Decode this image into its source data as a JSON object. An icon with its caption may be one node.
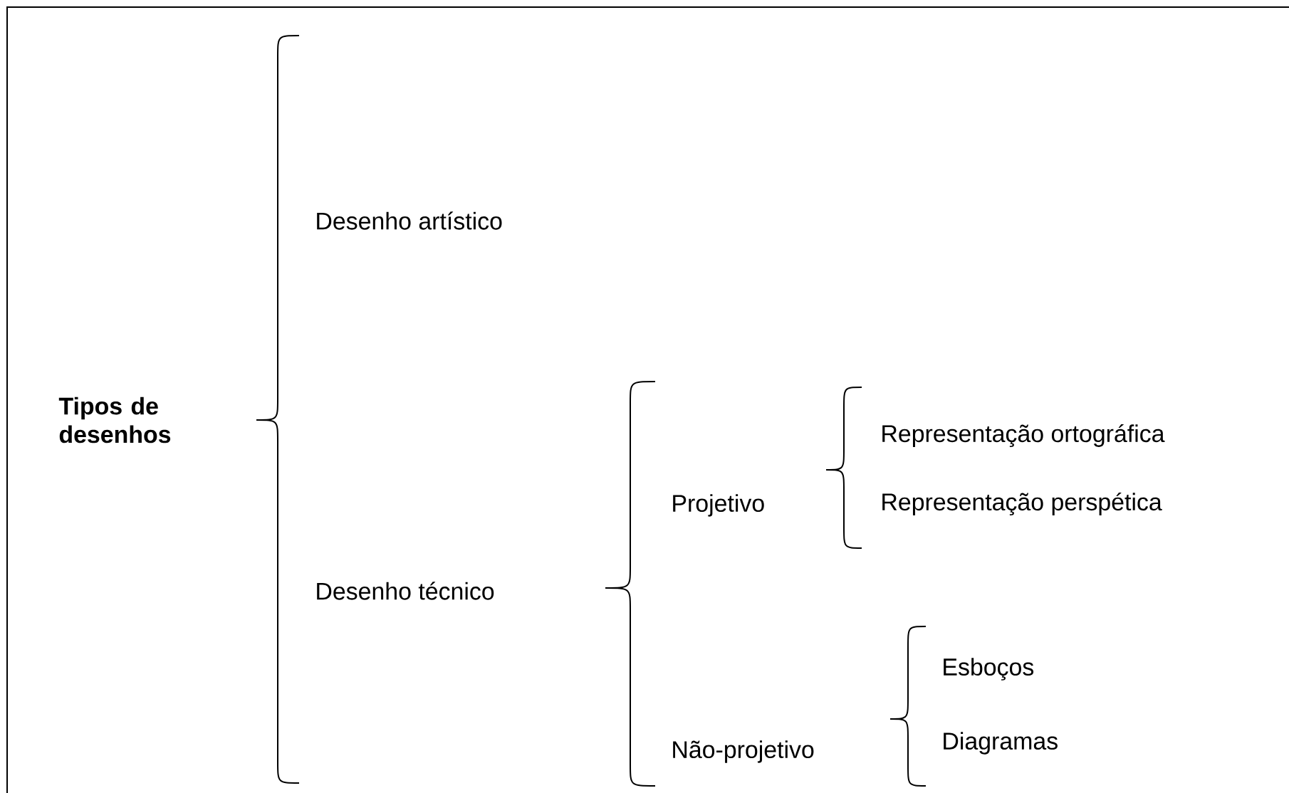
{
  "diagram": {
    "nodes": [
      {
        "text": [
          "Tipos de desenhos"
        ]
      },
      {
        "text": [
          "Desenho artístico"
        ]
      },
      {
        "text": [
          "Desenho técnico"
        ]
      },
      {
        "text": [
          "Projetivo"
        ]
      },
      {
        "text": [
          "Não-projetivo"
        ]
      },
      {
        "text": [
          "Representação ortográfica"
        ]
      },
      {
        "text": [
          "Representação perspética"
        ]
      },
      {
        "text": [
          "Esboços"
        ]
      },
      {
        "text": [
          "Diagramas"
        ]
      }
    ]
  }
}
